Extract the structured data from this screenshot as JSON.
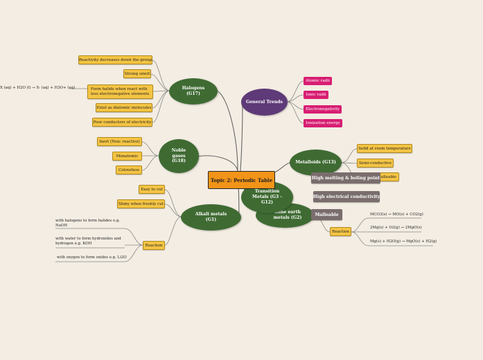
{
  "center": {
    "label": "Topic 2: Periodic Table"
  },
  "halogens": {
    "label": "Halogens (G17)",
    "items": [
      "Reactivity decreases down the group",
      "Strong smell",
      "Form halids when react with less electronegative elements",
      "Exist as diatomic molecules",
      "Poor conductors of electricity"
    ],
    "equation": "X (aq) + H2O (l) → X- (aq) + H3O+ (aq)"
  },
  "noble": {
    "label": "Noble gases (G18)",
    "items": [
      "Inert (Non- reactive)",
      "Monatomic",
      "Colourless"
    ]
  },
  "alkali": {
    "label": "Alkali metals (G1)",
    "items": [
      "Easy to cut",
      "Shiny when freshly cut",
      "Reaction"
    ],
    "reactions": [
      "with halogens to form halides e.g. NaOH",
      "with water to form hydroxides and hydrogen e.g. KOH",
      "with oxygen to form oxides e.g. Li2O"
    ]
  },
  "general": {
    "label": "General Trends",
    "items": [
      "Atomic radii",
      "Ionic radii",
      "Electronegativity",
      "Ionization energy"
    ]
  },
  "metalloids": {
    "label": "Metalloids (G13)",
    "items": [
      "Solid at room temperature",
      "Semi-conductive",
      "Malleable"
    ]
  },
  "transition": {
    "label": "Transition Metals (G3 - G12)"
  },
  "alkaline": {
    "label": "Alkaline earth metals (G2)",
    "label_visible": "aline earth metals (G2)",
    "items": [
      "High melting & boling point",
      "High electrical conductivity",
      "Malleable",
      "Reaction"
    ],
    "reactions": [
      "MCO3(s) → MO(s) + CO2(g)",
      "2Mg(s) + O2(g) → 2MgO(s)",
      "Mg(s) + H2O(g) → MgO(s) + H2(g)"
    ]
  },
  "colors": {
    "green": "#3f6b33",
    "purple": "#5e3a78",
    "orange": "#f29418",
    "yellow": "#f4c444",
    "pink": "#d81e73",
    "gray": "#7a6d6d"
  }
}
